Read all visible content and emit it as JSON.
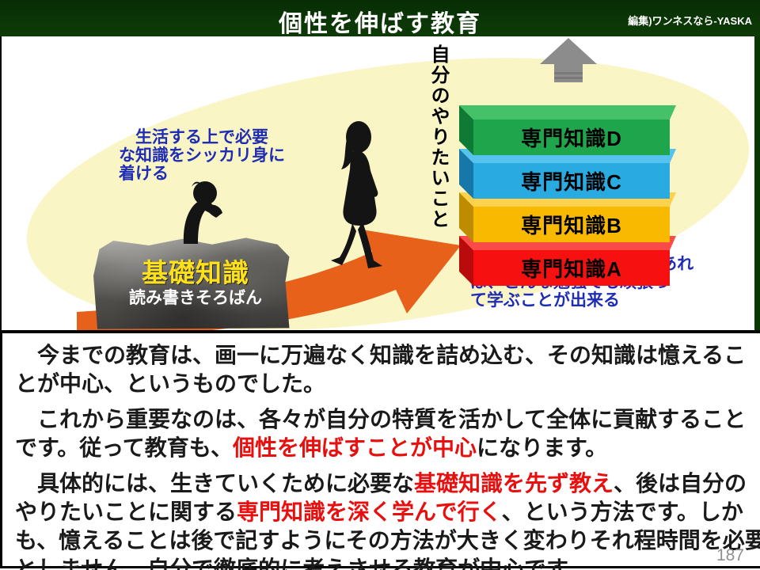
{
  "header": {
    "title": "個性を伸ばす教育",
    "credit": "編集)ワンネスなら-YASKA"
  },
  "diagram": {
    "vertical_label": "自分のやりたいこと",
    "blocks": [
      {
        "label": "専門知識D",
        "front": "#1fa64c",
        "top": "#45c269",
        "side": "#0e7a33"
      },
      {
        "label": "専門知識C",
        "front": "#29abe2",
        "top": "#56c3ee",
        "side": "#1578a8"
      },
      {
        "label": "専門知識B",
        "front": "#f9b900",
        "top": "#ffd24d",
        "side": "#bf8b00"
      },
      {
        "label": "専門知識A",
        "front": "#f6100f",
        "top": "#fa4b49",
        "side": "#b90b0b"
      }
    ],
    "left_note": {
      "lines": [
        "生活する上で必要",
        "な知識をシッカリ身に",
        "着ける"
      ]
    },
    "right_note": {
      "lines": [
        "自分がやりたいことであれ",
        "ば、どんな勉強でも頑張っ",
        "て学ぶことが出来る"
      ]
    },
    "rock": {
      "title": "基礎知識",
      "subtitle": "読み書きそろばん"
    }
  },
  "body": {
    "paragraphs": [
      {
        "segments": [
          {
            "text": "　今までの教育は、画一に万遍なく知識を詰め込む、その知識は憶えることが中心、というものでした。",
            "color": "black"
          }
        ]
      },
      {
        "segments": [
          {
            "text": "　これから重要なのは、各々が自分の特質を活かして全体に貢献することです。従って教育も、",
            "color": "black"
          },
          {
            "text": "個性を伸ばすことが中心",
            "color": "red"
          },
          {
            "text": "になります。",
            "color": "black"
          }
        ]
      },
      {
        "segments": [
          {
            "text": "　具体的には、生きていくために必要な",
            "color": "black"
          },
          {
            "text": "基礎知識を先ず教え",
            "color": "red"
          },
          {
            "text": "、後は自分のやりたいことに関する",
            "color": "black"
          },
          {
            "text": "専門知識を深く学んで行く",
            "color": "red"
          },
          {
            "text": "、という方法です。しかも、憶えることは後で記すようにその方法が大きく変わりそれ程時間を必要としません。自分で徹底的に考えさせる教育が中心です。",
            "color": "black"
          }
        ]
      }
    ]
  },
  "page_number": "187",
  "colors": {
    "header_green": "#0b3606",
    "accent_red": "#e80f0f",
    "note_blue": "#1f2db5",
    "ellipse_yellow": "#f9f5c5",
    "arrow_orange": "#e8611b",
    "up_arrow_gray": "#8c8c8c",
    "rock_title_yellow": "#ffe11a"
  }
}
